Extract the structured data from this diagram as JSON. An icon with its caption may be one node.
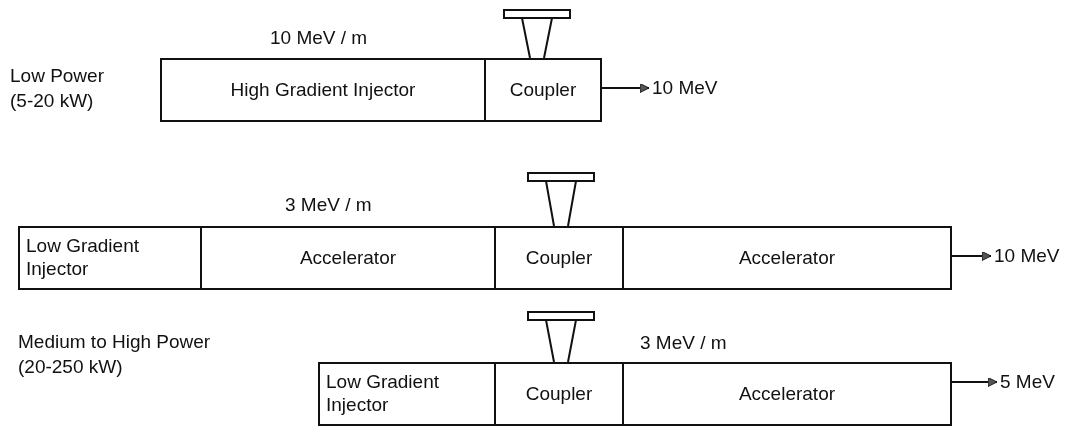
{
  "diagram": {
    "nodes": [
      {
        "text": [
          "High Gradient Injector"
        ]
      },
      {
        "text": [
          "Coupler"
        ]
      },
      {
        "text": [
          "10 MeV"
        ]
      },
      {
        "text": [
          "Low Gradient Injector"
        ]
      },
      {
        "text": [
          "Accelerator"
        ]
      },
      {
        "text": [
          "Coupler"
        ]
      },
      {
        "text": [
          "Accelerator"
        ]
      },
      {
        "text": [
          "10 MeV"
        ]
      },
      {
        "text": [
          "Low Gradient Injector"
        ]
      },
      {
        "text": [
          "Coupler"
        ]
      },
      {
        "text": [
          "Accelerator"
        ]
      },
      {
        "text": [
          "5 MeV"
        ]
      }
    ],
    "edges": [
      {
        "from": 1,
        "to": 2,
        "arrow": "to"
      },
      {
        "from": 6,
        "to": 7,
        "arrow": "to"
      },
      {
        "from": 10,
        "to": 11,
        "arrow": "to"
      }
    ],
    "labels": [
      "10 MeV / m",
      "Low Power (5-20 kW)",
      "3 MeV / m",
      "Medium to High Power (20-250 kW)",
      "3 MeV / m"
    ]
  }
}
